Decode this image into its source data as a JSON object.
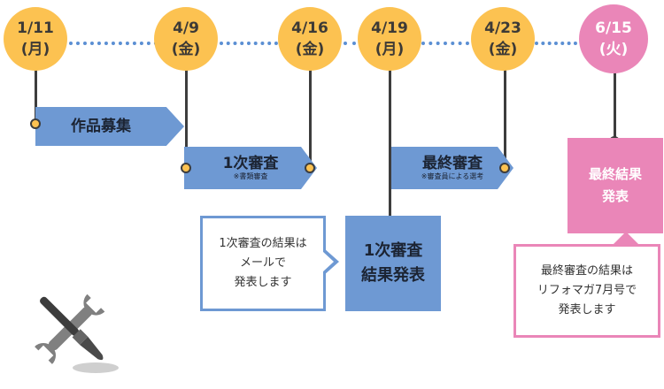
{
  "dates": [
    {
      "date": "1/11",
      "day": "(月)"
    },
    {
      "date": "4/9",
      "day": "(金)"
    },
    {
      "date": "4/16",
      "day": "(金)"
    },
    {
      "date": "4/19",
      "day": "(月)"
    },
    {
      "date": "4/23",
      "day": "(金)"
    },
    {
      "date": "6/15",
      "day": "(火)"
    }
  ],
  "phases": {
    "entry": {
      "label": "作品募集"
    },
    "first_review": {
      "label": "1次審査",
      "note": "※書類審査"
    },
    "final_review": {
      "label": "最終審査",
      "note": "※審査員による選考"
    }
  },
  "announcements": {
    "first_result": {
      "line1": "1次審査",
      "line2": "結果発表"
    },
    "final_result": {
      "line1": "最終結果",
      "line2": "発表"
    }
  },
  "callouts": {
    "first": {
      "line1": "1次審査の結果は",
      "line2": "メールで",
      "line3": "発表します"
    },
    "final": {
      "line1": "最終審査の結果は",
      "line2": "リフォマガ7月号で",
      "line3": "発表します"
    }
  },
  "colors": {
    "date_circle": "#fcc251",
    "final_circle": "#ea86b8",
    "phase_blue": "#6e99d3",
    "dots": "#5b8fd3"
  },
  "icons": {
    "decoration": "wrench-and-paintbrush-icon"
  }
}
